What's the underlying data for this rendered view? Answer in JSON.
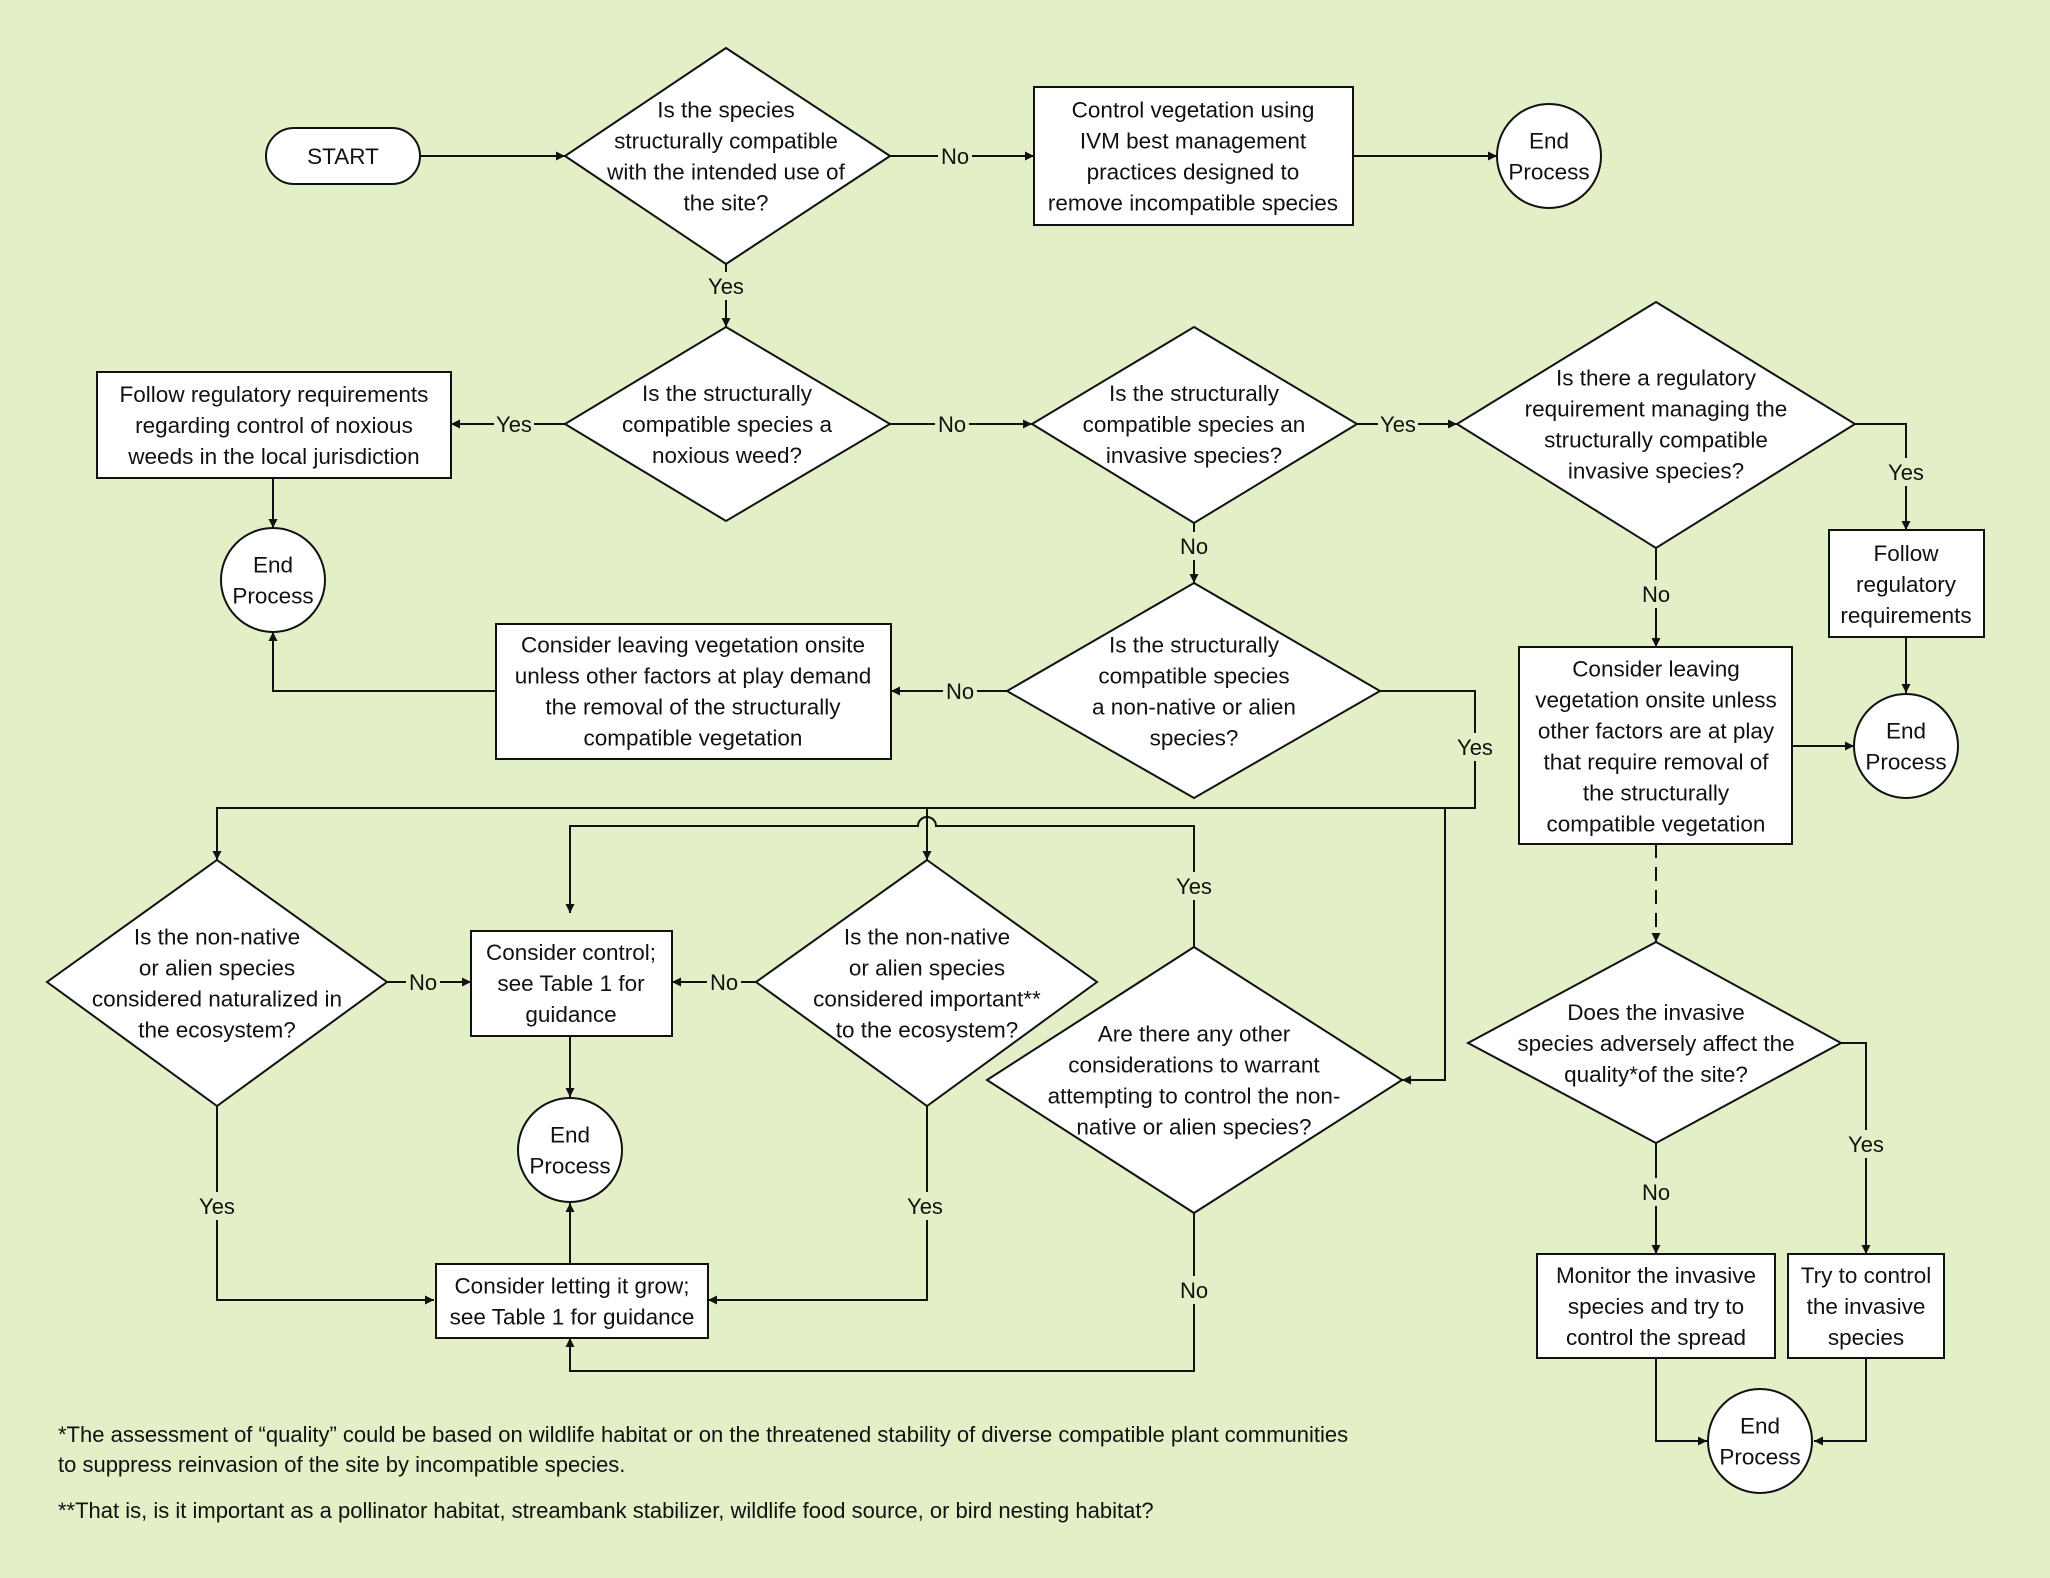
{
  "nodes": {
    "start": [
      "START"
    ],
    "d1": [
      "Is the species",
      "structurally compatible",
      "with the intended use of",
      "the site?"
    ],
    "b_ivm": [
      "Control vegetation using",
      "IVM best management",
      "practices designed to",
      "remove incompatible species"
    ],
    "end1": [
      "End",
      "Process"
    ],
    "d2": [
      "Is the structurally",
      "compatible species a",
      "noxious weed?"
    ],
    "b_noxious": [
      "Follow regulatory requirements",
      "regarding control of noxious",
      "weeds in the local jurisdiction"
    ],
    "end2": [
      "End",
      "Process"
    ],
    "d3": [
      "Is the structurally",
      "compatible species an",
      "invasive species?"
    ],
    "d4": [
      "Is there a regulatory",
      "requirement managing the",
      "structurally compatible",
      "invasive species?"
    ],
    "b_followreg": [
      "Follow",
      "regulatory",
      "requirements"
    ],
    "end3": [
      "End",
      "Process"
    ],
    "b_leave_right": [
      "Consider leaving",
      "vegetation onsite unless",
      "other factors are at play",
      "that require removal of",
      "the structurally",
      "compatible vegetation"
    ],
    "d5": [
      "Is the structurally",
      "compatible species",
      "a non-native or alien",
      "species?"
    ],
    "b_leave_left": [
      "Consider leaving vegetation onsite",
      "unless other factors at play demand",
      "the removal of the structurally",
      "compatible vegetation"
    ],
    "d6": [
      "Is the non-native",
      "or alien species",
      "considered naturalized in",
      "the ecosystem?"
    ],
    "b_control": [
      "Consider control;",
      "see Table 1 for",
      "guidance"
    ],
    "d7": [
      "Is the non-native",
      "or alien species",
      "considered important**",
      "to the ecosystem?"
    ],
    "d8": [
      "Are there any other",
      "considerations to warrant",
      "attempting to control the non-",
      "native or alien species?"
    ],
    "end4": [
      "End",
      "Process"
    ],
    "b_grow": [
      "Consider letting it grow;",
      "see Table 1 for guidance"
    ],
    "d9": [
      "Does the invasive",
      "species adversely affect the",
      "quality*of the site?"
    ],
    "b_monitor": [
      "Monitor the invasive",
      "species and try to",
      "control the spread"
    ],
    "b_try": [
      "Try to control",
      "the invasive",
      "species"
    ],
    "end5": [
      "End",
      "Process"
    ]
  },
  "edge_labels": {
    "d1_no": "No",
    "d1_yes": "Yes",
    "d2_yes": "Yes",
    "d2_no": "No",
    "d3_yes": "Yes",
    "d3_no": "No",
    "d4_yes": "Yes",
    "d4_no": "No",
    "d5_no": "No",
    "d5_yes": "Yes",
    "d6_no": "No",
    "d6_yes": "Yes",
    "d7_no": "No",
    "d7_yes": "Yes",
    "d8_yes": "Yes",
    "d8_no": "No",
    "d9_no": "No",
    "d9_yes": "Yes"
  },
  "footnotes": [
    "*The assessment of “quality” could be based on wildlife habitat or on the threatened stability of diverse compatible plant communities",
    "to suppress reinvasion of the site by incompatible species.",
    "**That is, is it important as a pollinator habitat, streambank stabilizer, wildlife food source, or bird nesting habitat?"
  ]
}
